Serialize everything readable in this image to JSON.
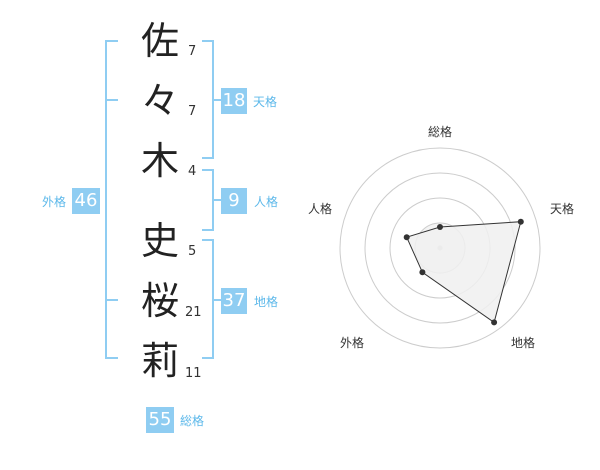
{
  "name": {
    "characters": [
      {
        "char": "佐",
        "strokes": "7"
      },
      {
        "char": "々",
        "strokes": "7"
      },
      {
        "char": "木",
        "strokes": "4"
      },
      {
        "char": "史",
        "strokes": "5"
      },
      {
        "char": "桜",
        "strokes": "21"
      },
      {
        "char": "莉",
        "strokes": "11"
      }
    ]
  },
  "fortune": {
    "tenkaku": {
      "value": "18",
      "label": "天格"
    },
    "jinkaku": {
      "value": "9",
      "label": "人格"
    },
    "chikaku": {
      "value": "37",
      "label": "地格"
    },
    "gaikaku": {
      "value": "46",
      "label": "外格"
    },
    "soukaku": {
      "value": "55",
      "label": "総格"
    }
  },
  "chart_data": {
    "type": "radar",
    "axes": [
      "総格",
      "天格",
      "地格",
      "外格",
      "人格"
    ],
    "values": [
      0.21,
      0.85,
      0.92,
      0.3,
      0.35
    ],
    "rings": 4,
    "colors": {
      "fill": "#f0f0f0",
      "line": "#333333",
      "point": "#333333",
      "grid": "#cccccc"
    }
  },
  "colors": {
    "accent": "#8fcdf2",
    "bracket": "#8fcdf2",
    "label": "#5cb8ea"
  }
}
